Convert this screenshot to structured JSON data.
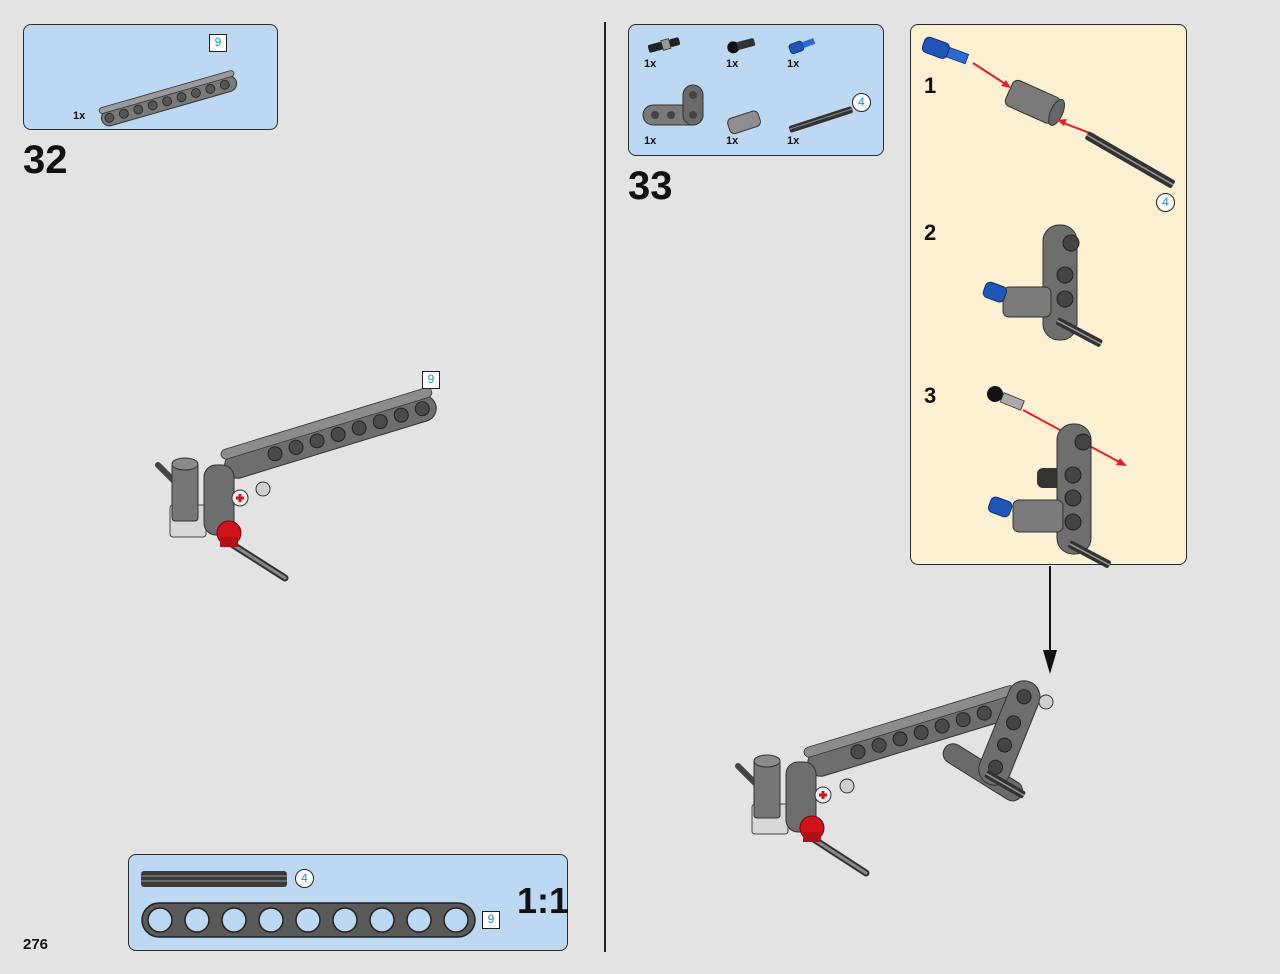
{
  "page": {
    "number": "276"
  },
  "step32": {
    "number": "32",
    "parts": [
      {
        "qty": "1x",
        "length": "9",
        "icon": "beam-9-icon"
      }
    ],
    "model_callout_length": "9"
  },
  "step33": {
    "number": "33",
    "parts": [
      {
        "qty": "1x",
        "icon": "pin-with-bush-icon"
      },
      {
        "qty": "1x",
        "icon": "black-pin-icon"
      },
      {
        "qty": "1x",
        "icon": "blue-axle-pin-icon"
      },
      {
        "qty": "1x",
        "icon": "angle-beam-icon"
      },
      {
        "qty": "1x",
        "icon": "axle-connector-icon"
      },
      {
        "qty": "1x",
        "length": "4",
        "icon": "axle-4-icon"
      }
    ],
    "substeps": [
      {
        "number": "1",
        "axle_length": "4"
      },
      {
        "number": "2"
      },
      {
        "number": "3"
      }
    ]
  },
  "scale_box": {
    "ratio": "1:1",
    "axle_length": "4",
    "beam_length": "9"
  },
  "colors": {
    "parts_box": "#bcd8f2",
    "callout_box": "#fcefd2",
    "length_label": "#1a8fd0",
    "motion_arrow": "#e0202a",
    "part_gray": "#6e6e6e",
    "part_red": "#d0121b",
    "part_blue": "#1f56b8"
  }
}
